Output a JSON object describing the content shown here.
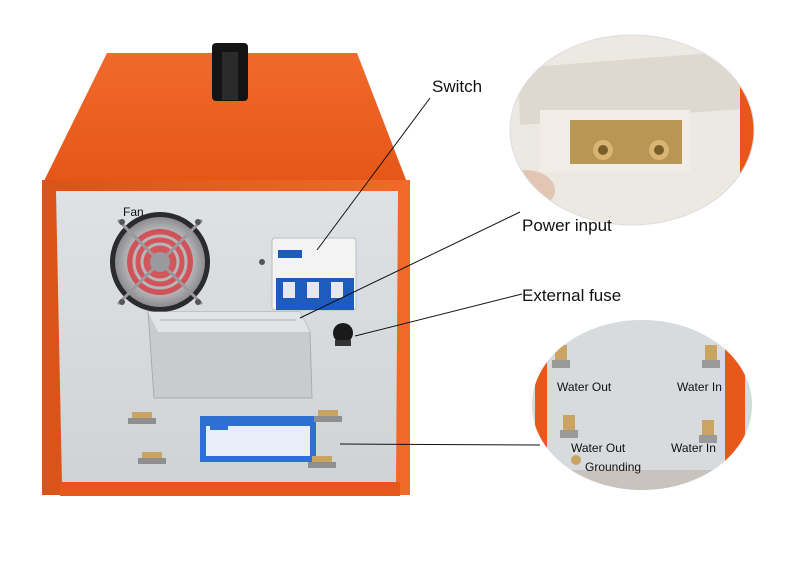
{
  "labels": {
    "switch": "Switch",
    "power_input": "Power input",
    "external_fuse": "External fuse",
    "fan": "Fan",
    "water_out_1": "Water Out",
    "water_in_1": "Water In",
    "water_out_2": "Water Out",
    "water_in_2": "Water In",
    "grounding": "Grounding"
  },
  "colors": {
    "casing_orange": "#f2611f",
    "panel_gray": "#d9dcdf",
    "handle_black": "#141414",
    "fan_grill": "#c9c9cb",
    "fan_red": "#d23f46",
    "breaker_blue": "#1e5bbf",
    "brass": "#a9873d"
  }
}
